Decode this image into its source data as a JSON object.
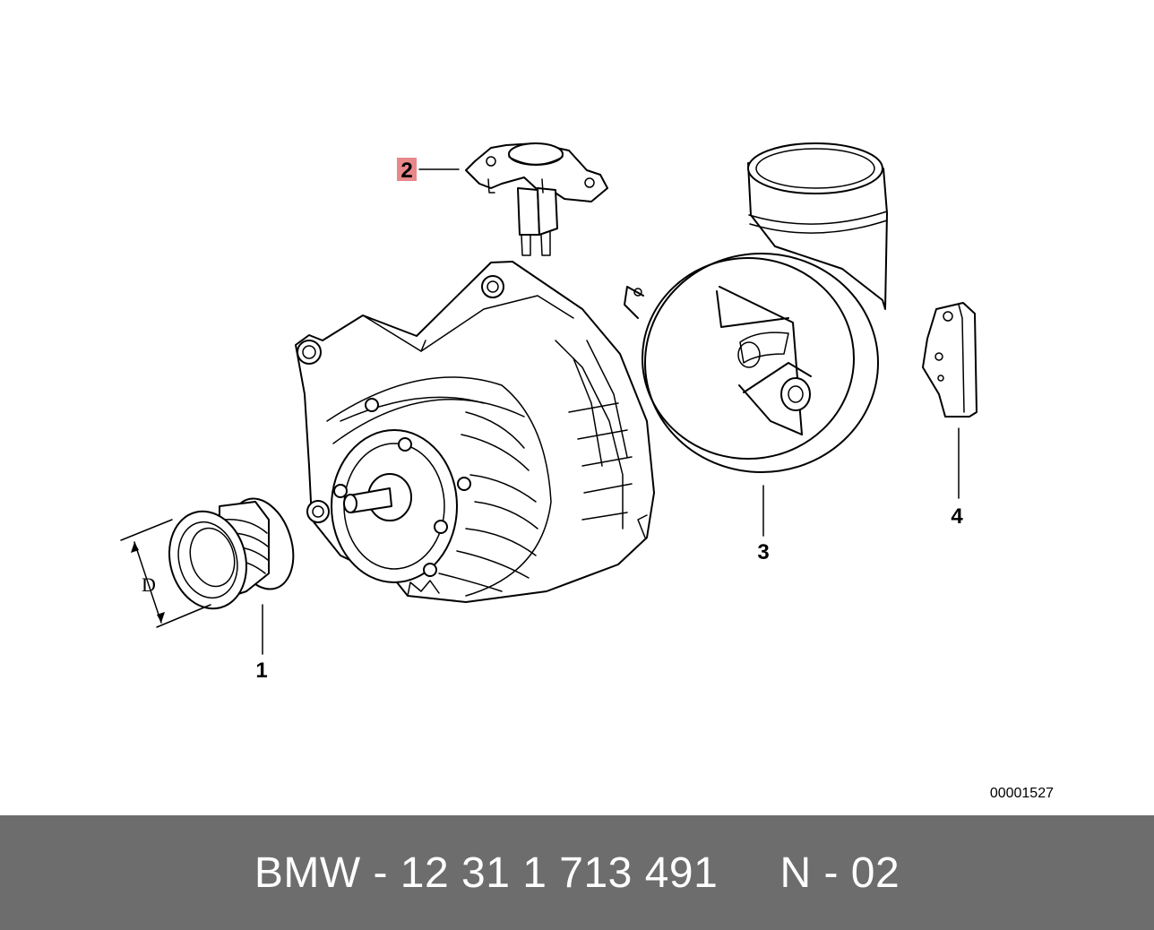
{
  "diagram": {
    "callouts": [
      {
        "id": "1",
        "label": "1"
      },
      {
        "id": "2",
        "label": "2",
        "highlight_color": "#e8888a"
      },
      {
        "id": "3",
        "label": "3"
      },
      {
        "id": "4",
        "label": "4"
      }
    ],
    "dimension_label": "D",
    "reference_number": "00001527"
  },
  "footer": {
    "text": "BMW - 12 31 1 713 491     N - 02",
    "background_color": "#6d6d6d",
    "text_color": "#ffffff"
  }
}
